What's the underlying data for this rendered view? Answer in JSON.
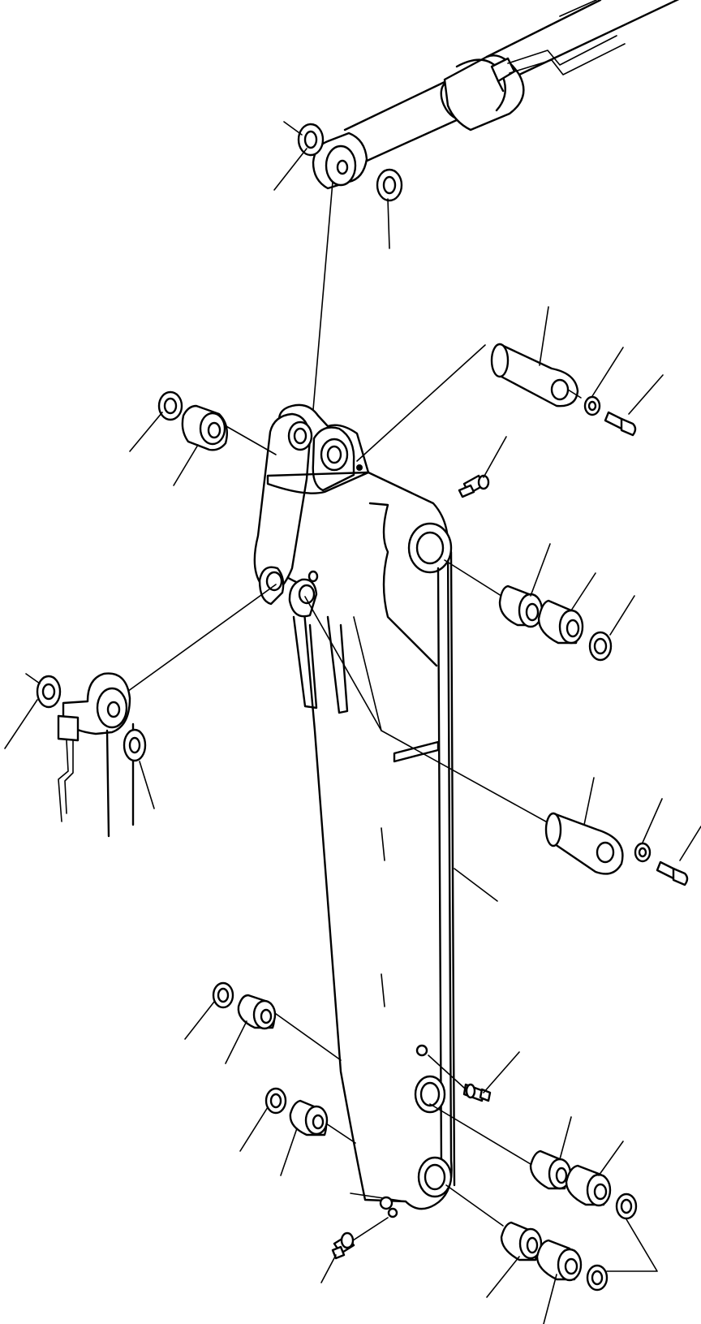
{
  "diagram": {
    "kind": "exploded parts diagram",
    "colors": {
      "line": "#000000",
      "background": "#ffffff",
      "shade": "#d9d9d9"
    },
    "parts": [
      "arm-body",
      "arm-cylinder",
      "cylinder-rod-end-bushing",
      "top-washer-left",
      "top-washer-right",
      "upper-pin-with-plate",
      "upper-pin-washer",
      "upper-pin-bolt",
      "upper-bushing-left",
      "upper-washer-left",
      "grease-fitting-upper",
      "middle-bushing-right-1",
      "middle-bushing-right-2",
      "middle-washer-right",
      "bucket-cylinder-end",
      "bucket-cylinder-washer-left",
      "bucket-cylinder-washer-right",
      "lower-pin-with-plate",
      "lower-pin-washer",
      "lower-pin-bolt",
      "lower-bushing-left-1",
      "lower-washer-left-1",
      "lower-bushing-left-2",
      "lower-washer-left-2",
      "grease-fitting-lower-right",
      "grease-fitting-bottom",
      "bottom-bushing-right-1a",
      "bottom-bushing-right-1b",
      "bottom-washer-right-1",
      "bottom-bushing-right-2a",
      "bottom-bushing-right-2b",
      "bottom-washer-right-2"
    ]
  }
}
